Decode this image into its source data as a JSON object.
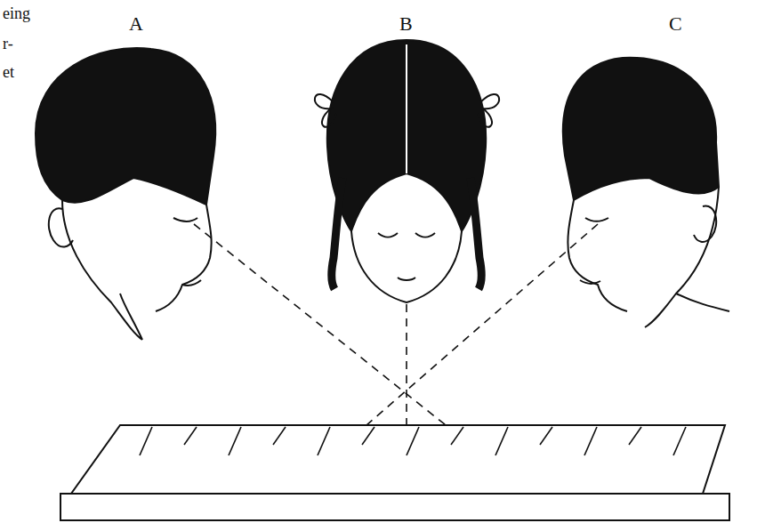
{
  "diagram": {
    "labels": [
      "eing",
      "r-",
      "et",
      "A",
      "B",
      "C"
    ]
  }
}
